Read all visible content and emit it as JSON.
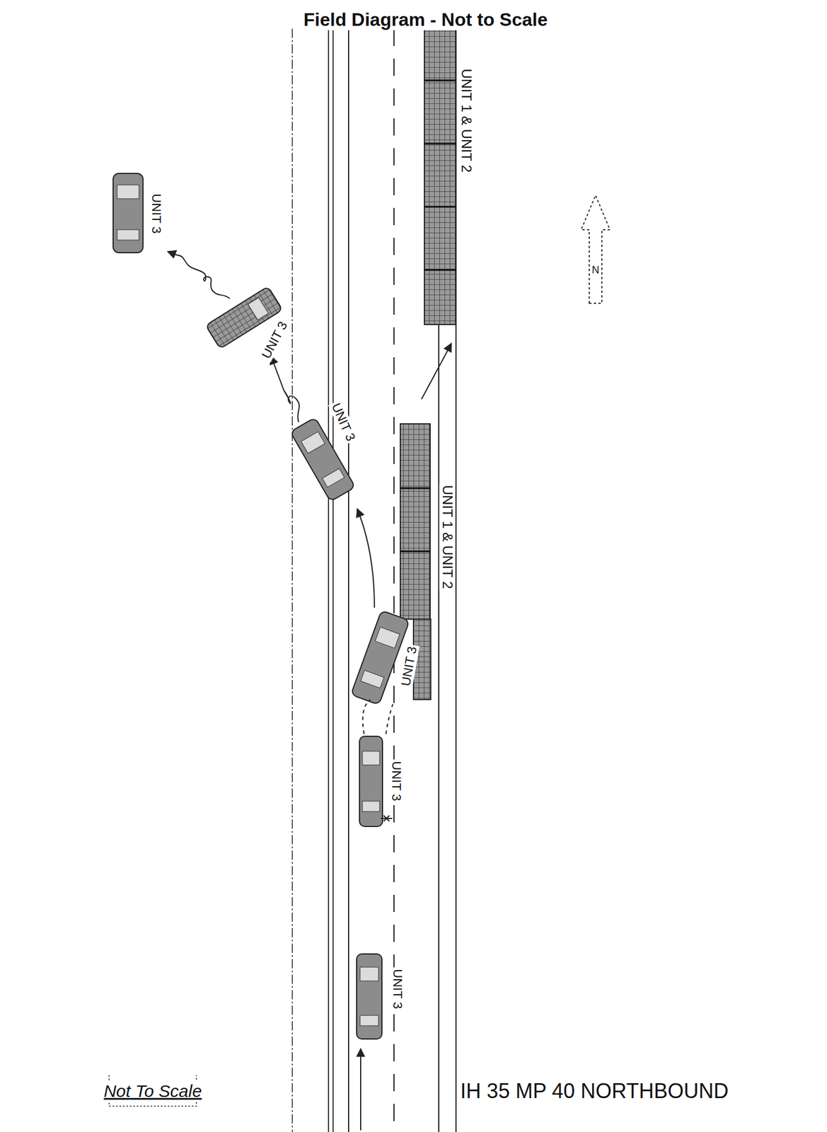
{
  "diagram": {
    "title": "Field Diagram - Not to Scale",
    "labels": [
      "UNIT 1 & UNIT 2",
      "UNIT 3",
      "UNIT 3",
      "UNIT 3",
      "UNIT 1 & UNIT 2",
      "UNIT 3",
      "UNIT 3",
      "UNIT 3",
      "N",
      "Not To Scale",
      "IH 35 MP 40 NORTHBOUND"
    ]
  }
}
